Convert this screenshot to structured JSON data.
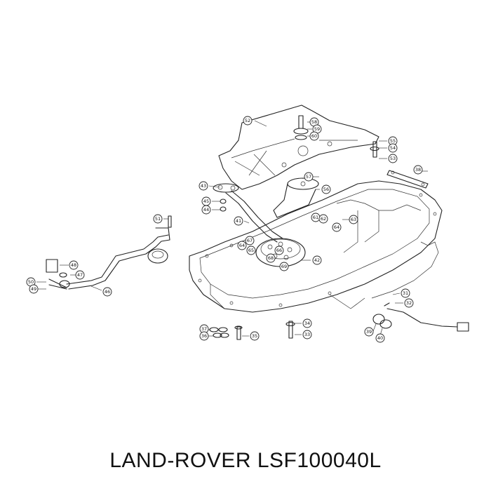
{
  "caption": "LAND-ROVER LSF100040L",
  "callouts": [
    {
      "id": "52",
      "text": "52"
    },
    {
      "id": "58",
      "text": "58"
    },
    {
      "id": "59",
      "text": "59"
    },
    {
      "id": "60",
      "text": "60"
    },
    {
      "id": "55",
      "text": "55"
    },
    {
      "id": "54a",
      "text": "54"
    },
    {
      "id": "53a",
      "text": "53"
    },
    {
      "id": "38",
      "text": "38"
    },
    {
      "id": "43",
      "text": "43"
    },
    {
      "id": "57",
      "text": "57"
    },
    {
      "id": "56",
      "text": "56"
    },
    {
      "id": "45",
      "text": "45"
    },
    {
      "id": "44",
      "text": "44"
    },
    {
      "id": "51",
      "text": "51"
    },
    {
      "id": "41",
      "text": "41"
    },
    {
      "id": "61",
      "text": "61"
    },
    {
      "id": "62",
      "text": "62"
    },
    {
      "id": "64",
      "text": "64"
    },
    {
      "id": "63",
      "text": "63"
    },
    {
      "id": "67",
      "text": "67"
    },
    {
      "id": "64b",
      "text": "64"
    },
    {
      "id": "65",
      "text": "65"
    },
    {
      "id": "66",
      "text": "66"
    },
    {
      "id": "68",
      "text": "68"
    },
    {
      "id": "69",
      "text": "69"
    },
    {
      "id": "42",
      "text": "42"
    },
    {
      "id": "48",
      "text": "48"
    },
    {
      "id": "47",
      "text": "47"
    },
    {
      "id": "50",
      "text": "50"
    },
    {
      "id": "49",
      "text": "49"
    },
    {
      "id": "46",
      "text": "46"
    },
    {
      "id": "31",
      "text": "31"
    },
    {
      "id": "32",
      "text": "32"
    },
    {
      "id": "39",
      "text": "39"
    },
    {
      "id": "40",
      "text": "40"
    },
    {
      "id": "37",
      "text": "37"
    },
    {
      "id": "36",
      "text": "36"
    },
    {
      "id": "35",
      "text": "35"
    },
    {
      "id": "34",
      "text": "34"
    },
    {
      "id": "33",
      "text": "33"
    }
  ]
}
